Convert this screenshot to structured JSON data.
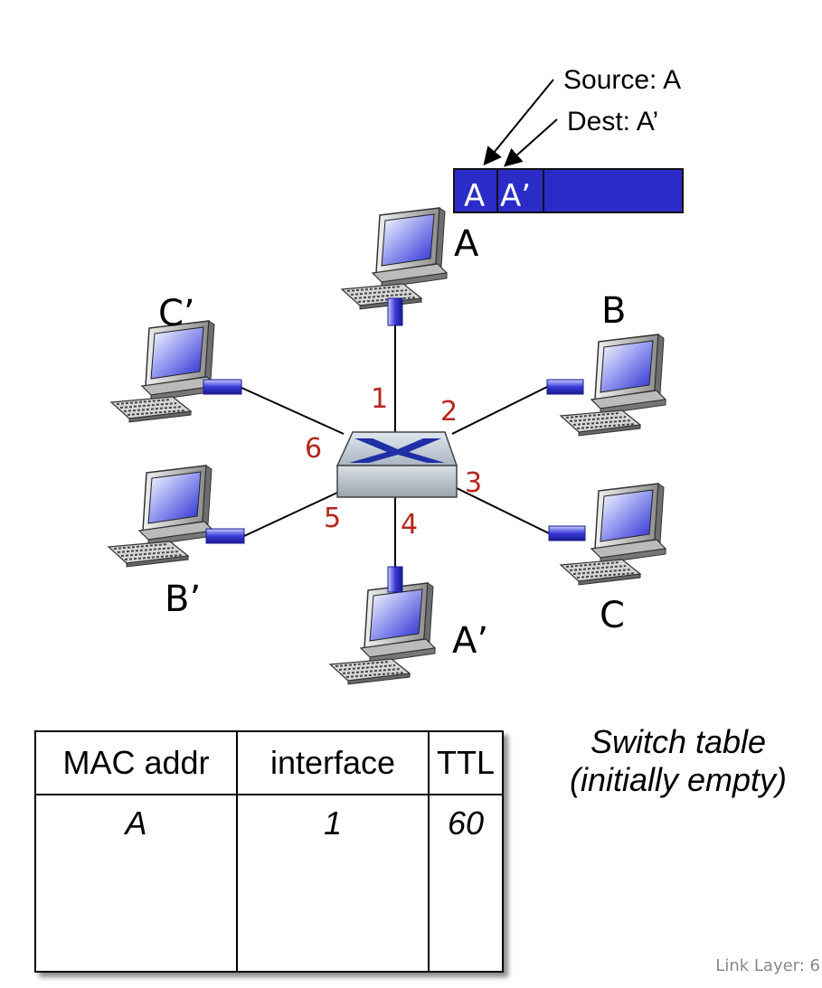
{
  "frame": {
    "source_annotation": "Source: A",
    "dest_annotation": "Dest: A’",
    "src_field": "A",
    "dst_field": "A’",
    "color": "#2b2bc8"
  },
  "hosts": {
    "A": "A",
    "B": "B",
    "C": "C",
    "A_prime": "A’",
    "B_prime": "B’",
    "C_prime": "C’"
  },
  "ports": [
    "1",
    "2",
    "3",
    "4",
    "5",
    "6"
  ],
  "colors": {
    "port_label": "#b5261e",
    "switch_body": "#c9d3dc",
    "switch_arrows": "#1f2fa6"
  },
  "switch_table": {
    "headers": [
      "MAC addr",
      "interface",
      "TTL"
    ],
    "rows": [
      {
        "mac": "A",
        "interface": "1",
        "ttl": "60"
      }
    ]
  },
  "caption": {
    "line1": "Switch table",
    "line2": "(initially empty)"
  },
  "footer": "Link Layer: 6"
}
